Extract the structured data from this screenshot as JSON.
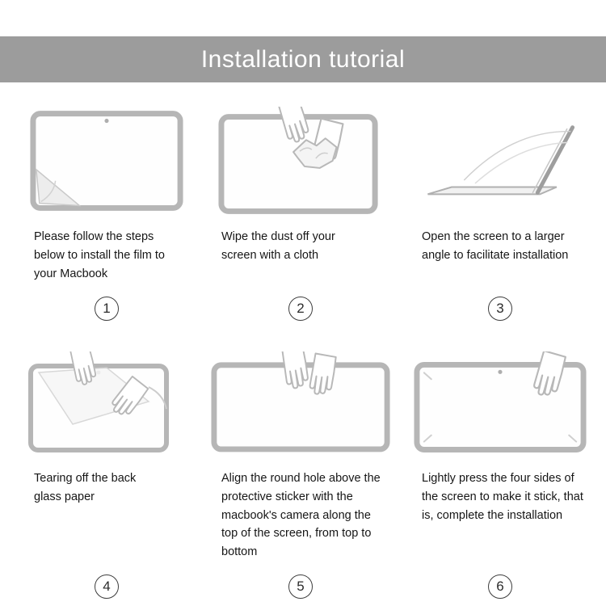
{
  "header": {
    "title": "Installation tutorial"
  },
  "steps": [
    {
      "number": "1",
      "caption": "Please follow the steps below to install the film to your Macbook",
      "illustration": "macbook-screen-with-peeling-film"
    },
    {
      "number": "2",
      "caption": "Wipe the dust off your screen with a cloth",
      "illustration": "hands-wiping-screen-with-cloth"
    },
    {
      "number": "3",
      "caption": "Open the screen to a larger angle to facilitate installation",
      "illustration": "laptop-opened-to-wide-angle"
    },
    {
      "number": "4",
      "caption": "Tearing off the back glass paper",
      "illustration": "hands-tearing-back-glass-paper"
    },
    {
      "number": "5",
      "caption": "Align the round hole above the protective sticker with the macbook's camera along the top of the screen, from top to bottom",
      "illustration": "hands-aligning-film-with-camera"
    },
    {
      "number": "6",
      "caption": "Lightly press the four sides of the screen to make it stick, that is, complete the installation",
      "illustration": "hand-pressing-screen-edges"
    }
  ],
  "colors": {
    "header_bg": "#9c9c9c",
    "header_text": "#ffffff",
    "line_art": "#b6b6b6",
    "text": "#161616"
  }
}
